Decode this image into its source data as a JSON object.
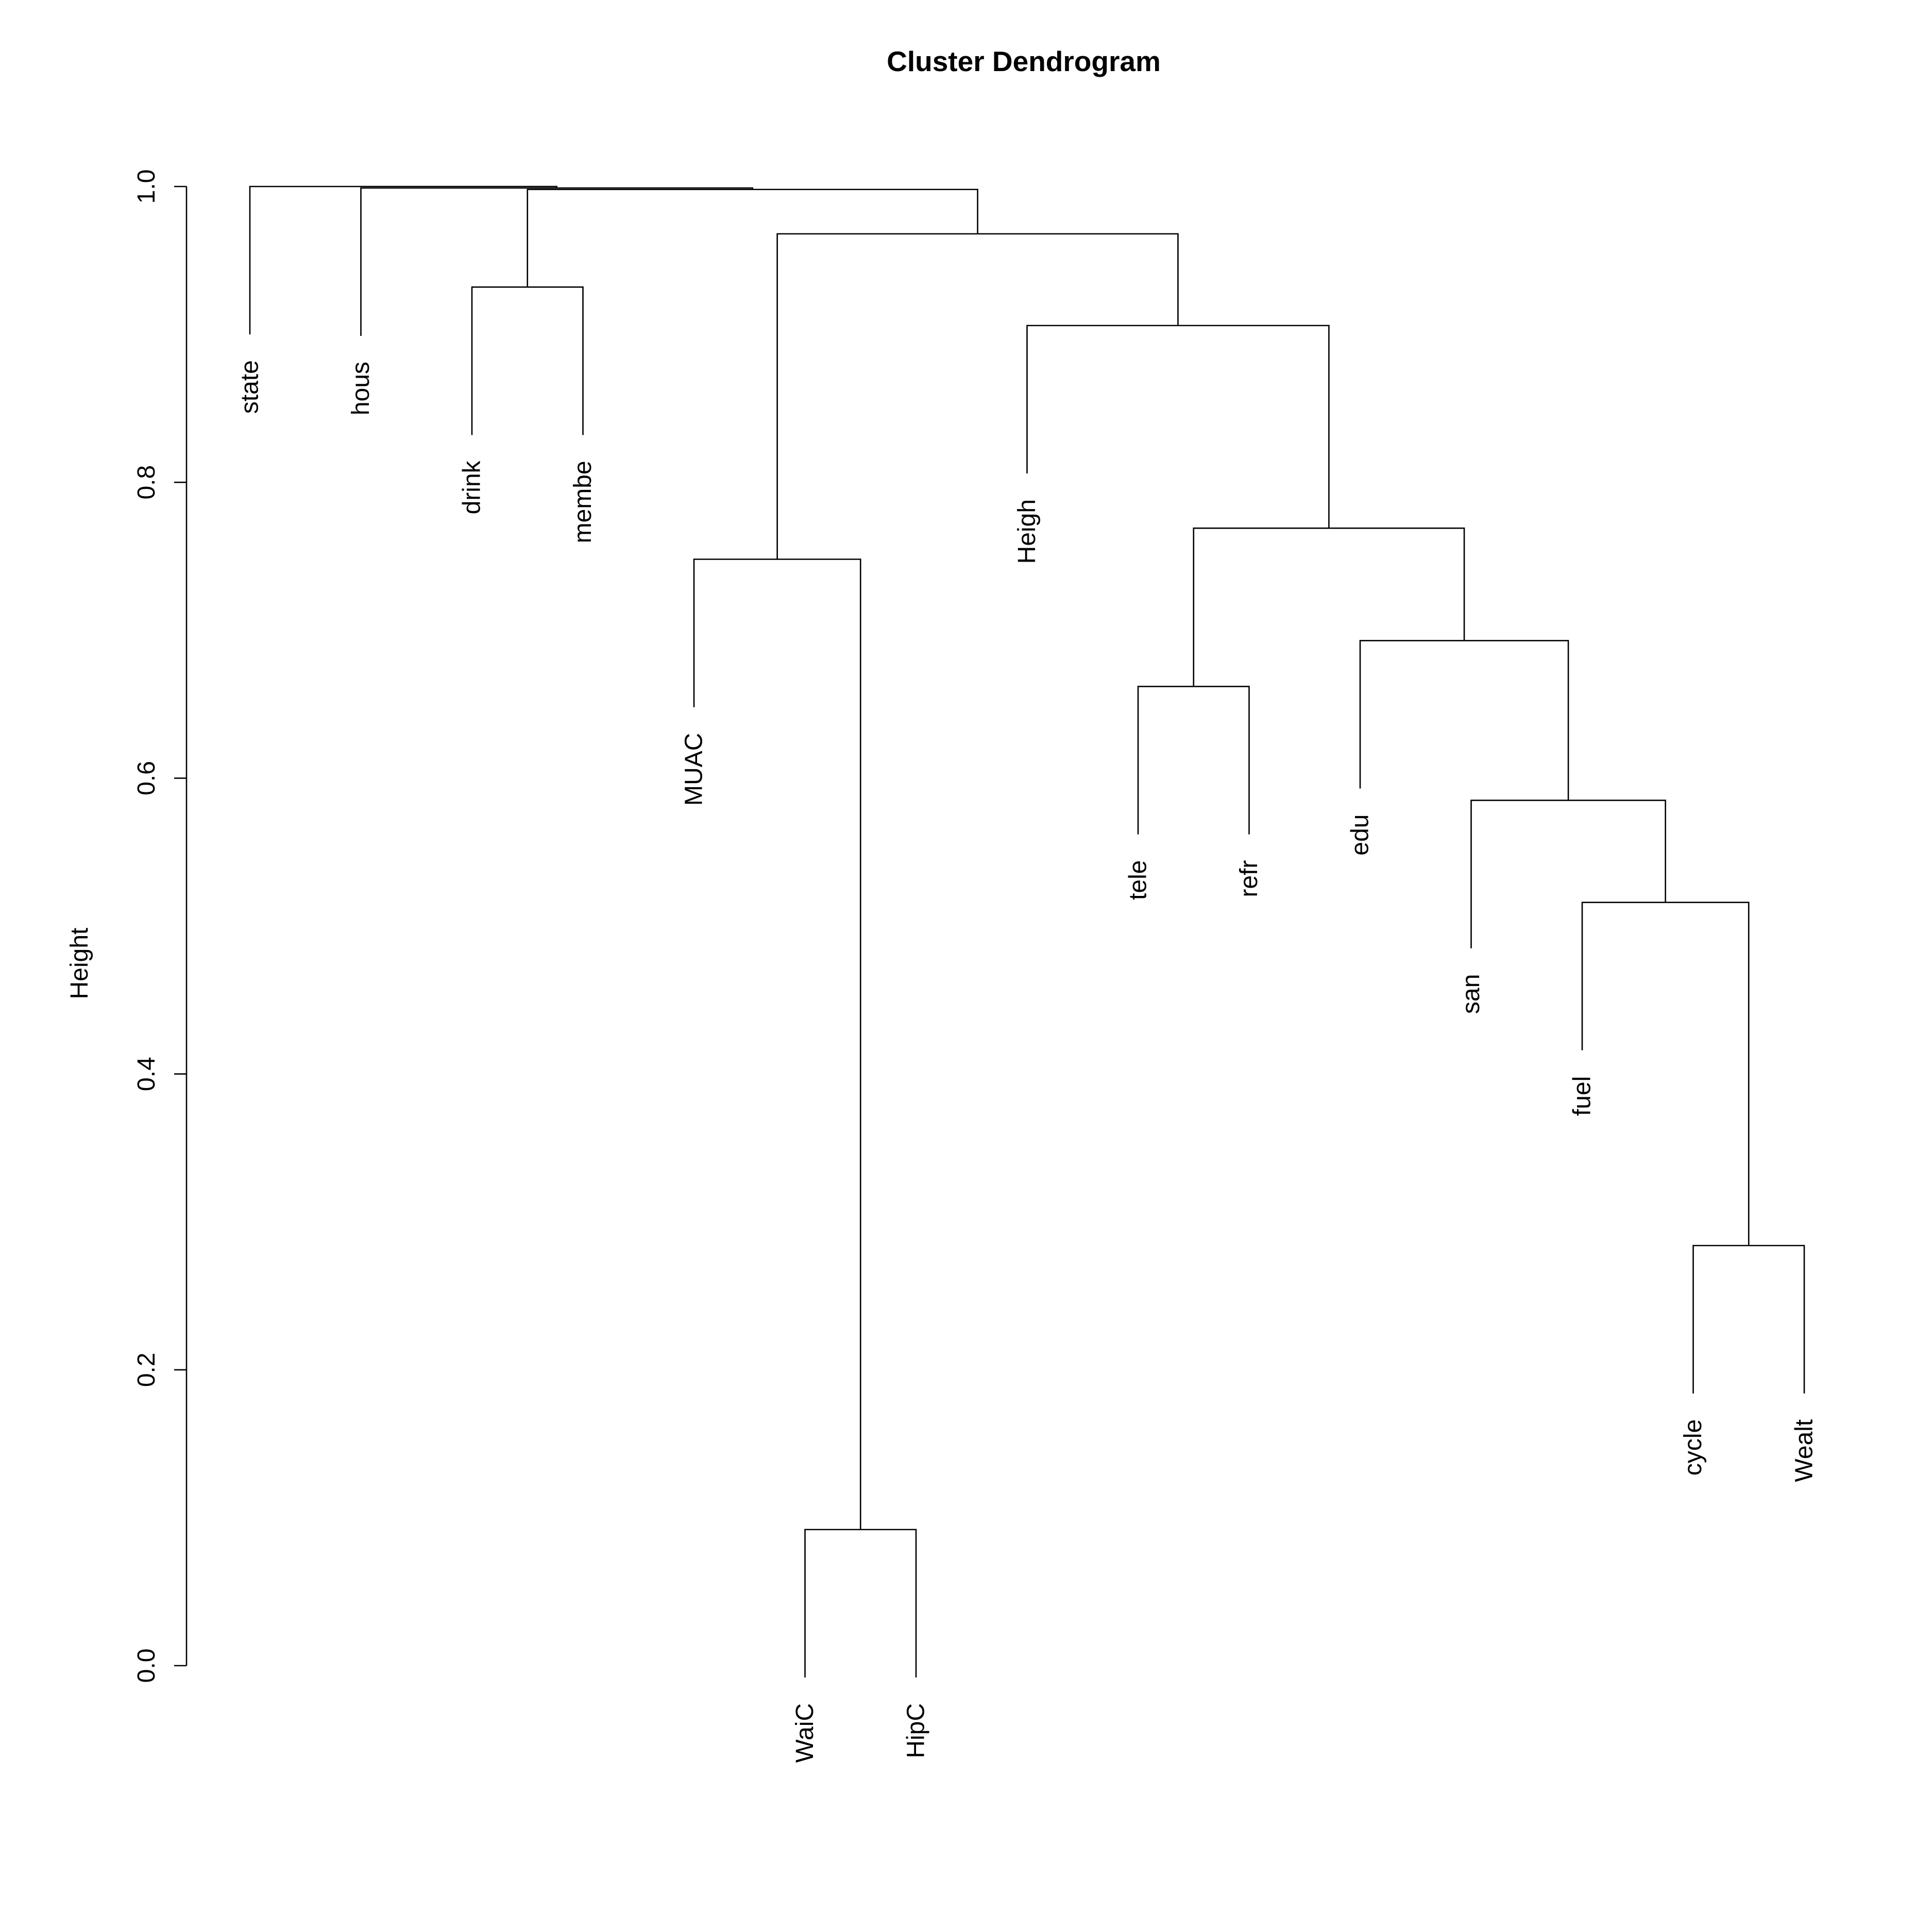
{
  "chart_data": {
    "type": "dendrogram",
    "title": "Cluster Dendrogram",
    "ylabel": "Height",
    "ylim": [
      0,
      1
    ],
    "yticks": [
      0.0,
      0.2,
      0.4,
      0.6,
      0.8,
      1.0
    ],
    "ytick_labels": [
      "0.0",
      "0.2",
      "0.4",
      "0.6",
      "0.8",
      "1.0"
    ],
    "leaves": [
      "state",
      "hous",
      "drink",
      "membe",
      "MUAC",
      "WaiC",
      "HipC",
      "Heigh",
      "tele",
      "refr",
      "edu",
      "san",
      "fuel",
      "cycle",
      "Wealt"
    ],
    "merges": [
      {
        "id": "m1",
        "children": [
          "WaiC",
          "HipC"
        ],
        "height": 0.092
      },
      {
        "id": "m2",
        "children": [
          "cycle",
          "Wealt"
        ],
        "height": 0.284
      },
      {
        "id": "m3",
        "children": [
          "fuel",
          "m2"
        ],
        "height": 0.516
      },
      {
        "id": "m4",
        "children": [
          "san",
          "m3"
        ],
        "height": 0.585
      },
      {
        "id": "m5",
        "children": [
          "tele",
          "refr"
        ],
        "height": 0.662
      },
      {
        "id": "m6",
        "children": [
          "edu",
          "m4"
        ],
        "height": 0.693
      },
      {
        "id": "m7",
        "children": [
          "MUAC",
          "m1"
        ],
        "height": 0.748
      },
      {
        "id": "m8",
        "children": [
          "m5",
          "m6"
        ],
        "height": 0.769
      },
      {
        "id": "m9",
        "children": [
          "Heigh",
          "m8"
        ],
        "height": 0.906
      },
      {
        "id": "m10",
        "children": [
          "drink",
          "membe"
        ],
        "height": 0.932
      },
      {
        "id": "m11",
        "children": [
          "m7",
          "m9"
        ],
        "height": 0.968
      },
      {
        "id": "m12",
        "children": [
          "m10",
          "m11"
        ],
        "height": 0.998
      },
      {
        "id": "m13",
        "children": [
          "hous",
          "m12"
        ],
        "height": 0.999
      },
      {
        "id": "m14",
        "children": [
          "state",
          "m13"
        ],
        "height": 1.0
      }
    ]
  }
}
